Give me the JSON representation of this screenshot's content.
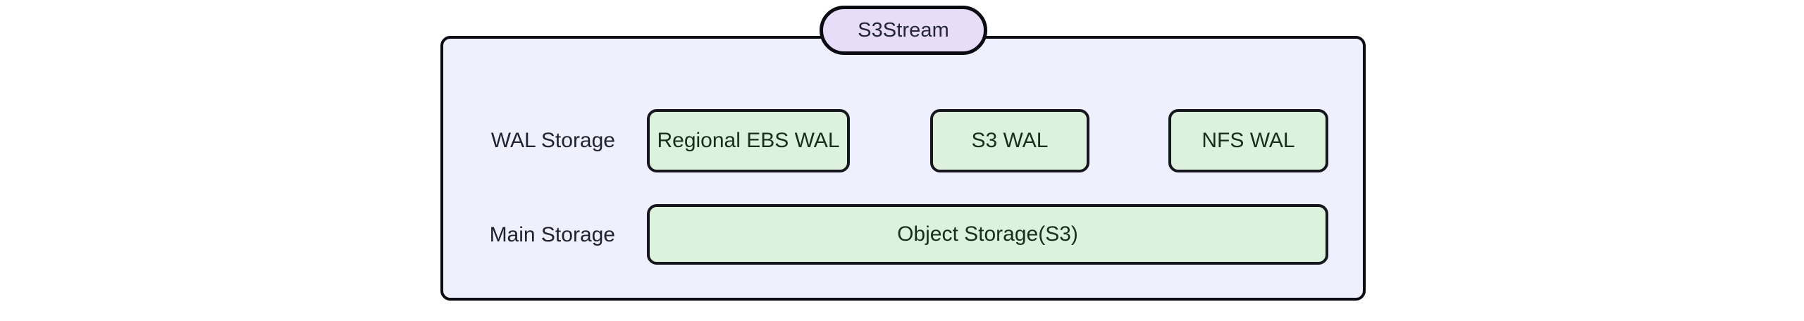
{
  "diagram": {
    "title_pill": {
      "label": "S3Stream",
      "fill": "#e8ddf8",
      "stroke": "#0b0b14"
    },
    "container": {
      "fill": "#eef0fd",
      "stroke": "#0b0b14"
    },
    "node_colors": {
      "fill": "#dcf2dd",
      "stroke": "#16161f",
      "text": "#15301b"
    },
    "rows": [
      {
        "label": "WAL Storage",
        "nodes": [
          {
            "label": "Regional EBS WAL"
          },
          {
            "label": "S3 WAL"
          },
          {
            "label": "NFS WAL"
          }
        ]
      },
      {
        "label": "Main Storage",
        "nodes": [
          {
            "label": "Object Storage(S3)"
          }
        ]
      }
    ]
  }
}
